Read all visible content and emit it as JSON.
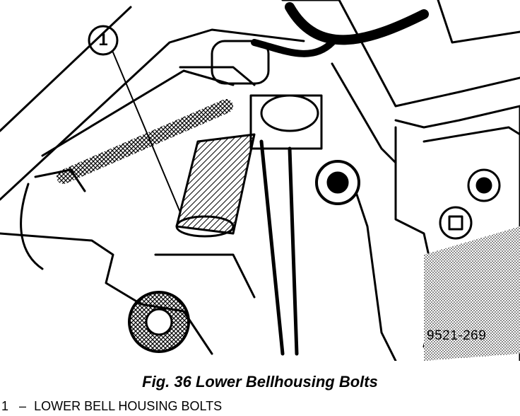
{
  "figure": {
    "callout": "1",
    "part_number": "9521-269"
  },
  "caption": "Fig. 36 Lower Bellhousing Bolts",
  "legend": {
    "items": [
      {
        "number": "1",
        "separator": "–",
        "label": "LOWER BELL HOUSING BOLTS"
      }
    ]
  }
}
